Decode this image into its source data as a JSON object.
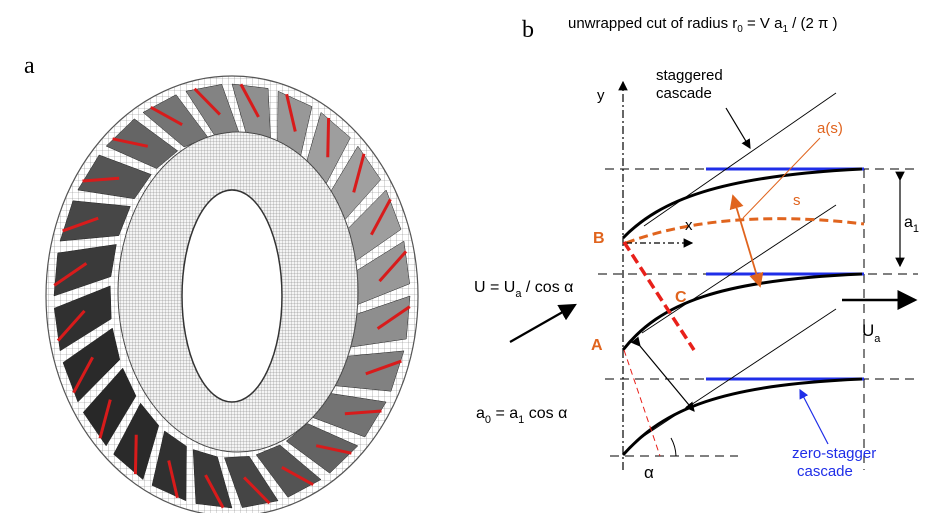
{
  "panel_a": {
    "label": "a"
  },
  "panel_b": {
    "label": "b",
    "title_main": "unwrapped cut of radius r",
    "title_sub": "0",
    "title_rest": " = V a",
    "title_sub2": "1",
    "title_end": " / (2 π )",
    "axis_y": "y",
    "staggered_label_1": "staggered",
    "staggered_label_2": "cascade",
    "a_of_s": "a(s)",
    "s_label": "s",
    "x_label": "x",
    "a1_label": "a",
    "a1_sub": "1",
    "B_label": "B",
    "C_label": "C",
    "A_label": "A",
    "U_label_1": "U = U",
    "U_sub": "a",
    "U_label_2": " / cos α",
    "Ua_label": "U",
    "Ua_sub": "a",
    "a0_label": "a",
    "a0_sub": "0",
    "a0_rest": " = a",
    "a0_sub2": "1",
    "a0_end": " cos α",
    "alpha_label": "α",
    "zero_label_1": "zero-stagger",
    "zero_label_2": "cascade"
  },
  "colors": {
    "orange": "#e0641e",
    "red": "#e8201a",
    "blue": "#1f2ee8",
    "black": "#000000"
  }
}
